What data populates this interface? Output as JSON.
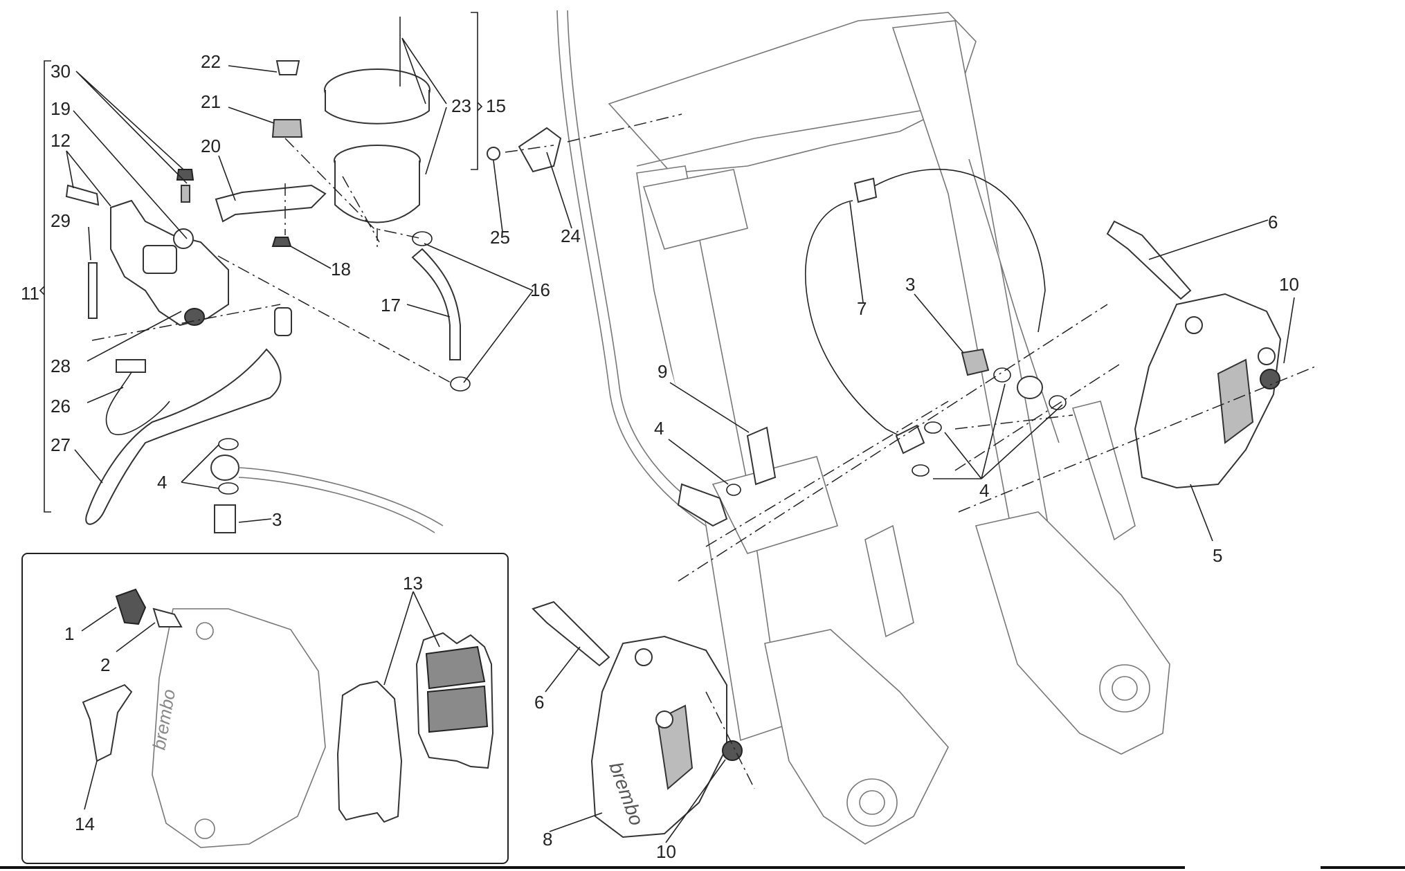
{
  "callouts": [
    {
      "id": "c30",
      "text": "30"
    },
    {
      "id": "c19",
      "text": "19"
    },
    {
      "id": "c12",
      "text": "12"
    },
    {
      "id": "c29",
      "text": "29"
    },
    {
      "id": "c11",
      "text": "11"
    },
    {
      "id": "c28",
      "text": "28"
    },
    {
      "id": "c26",
      "text": "26"
    },
    {
      "id": "c27",
      "text": "27"
    },
    {
      "id": "c22",
      "text": "22"
    },
    {
      "id": "c21",
      "text": "21"
    },
    {
      "id": "c20",
      "text": "20"
    },
    {
      "id": "c18",
      "text": "18"
    },
    {
      "id": "c23",
      "text": "23"
    },
    {
      "id": "c15",
      "text": "15"
    },
    {
      "id": "c25",
      "text": "25"
    },
    {
      "id": "c24",
      "text": "24"
    },
    {
      "id": "c17",
      "text": "17"
    },
    {
      "id": "c16",
      "text": "16"
    },
    {
      "id": "c4a",
      "text": "4"
    },
    {
      "id": "c3a",
      "text": "3"
    },
    {
      "id": "c7",
      "text": "7"
    },
    {
      "id": "c3b",
      "text": "3"
    },
    {
      "id": "c9",
      "text": "9"
    },
    {
      "id": "c4b",
      "text": "4"
    },
    {
      "id": "c4c",
      "text": "4"
    },
    {
      "id": "c6a",
      "text": "6"
    },
    {
      "id": "c10a",
      "text": "10"
    },
    {
      "id": "c5",
      "text": "5"
    },
    {
      "id": "c13",
      "text": "13"
    },
    {
      "id": "c1",
      "text": "1"
    },
    {
      "id": "c2",
      "text": "2"
    },
    {
      "id": "c14",
      "text": "14"
    },
    {
      "id": "c6b",
      "text": "6"
    },
    {
      "id": "c8",
      "text": "8"
    },
    {
      "id": "c10b",
      "text": "10"
    }
  ],
  "logo_text": "brembo"
}
